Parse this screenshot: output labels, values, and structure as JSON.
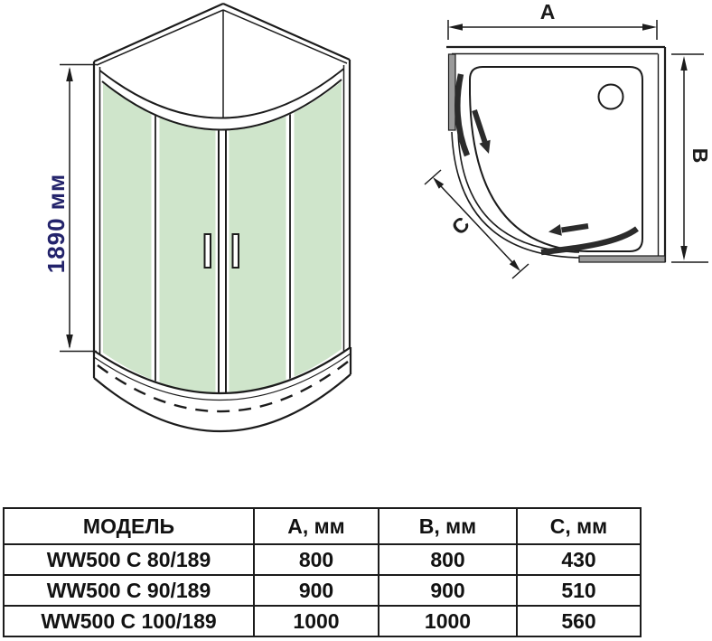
{
  "colors": {
    "glass": "#cfe5cb",
    "wall": "#9a9a9a",
    "line": "#1c1c1c",
    "dim_text": "#23236b"
  },
  "front_view": {
    "height_dim": "1890 мм"
  },
  "top_view": {
    "dim_a": "A",
    "dim_b": "B",
    "dim_c": "C"
  },
  "table": {
    "headers": [
      "МОДЕЛЬ",
      "А, мм",
      "В, мм",
      "С, мм"
    ],
    "rows": [
      {
        "model": "WW500 C 80/189",
        "a": "800",
        "b": "800",
        "c": "430"
      },
      {
        "model": "WW500 C 90/189",
        "a": "900",
        "b": "900",
        "c": "510"
      },
      {
        "model": "WW500 C 100/189",
        "a": "1000",
        "b": "1000",
        "c": "560"
      }
    ]
  }
}
